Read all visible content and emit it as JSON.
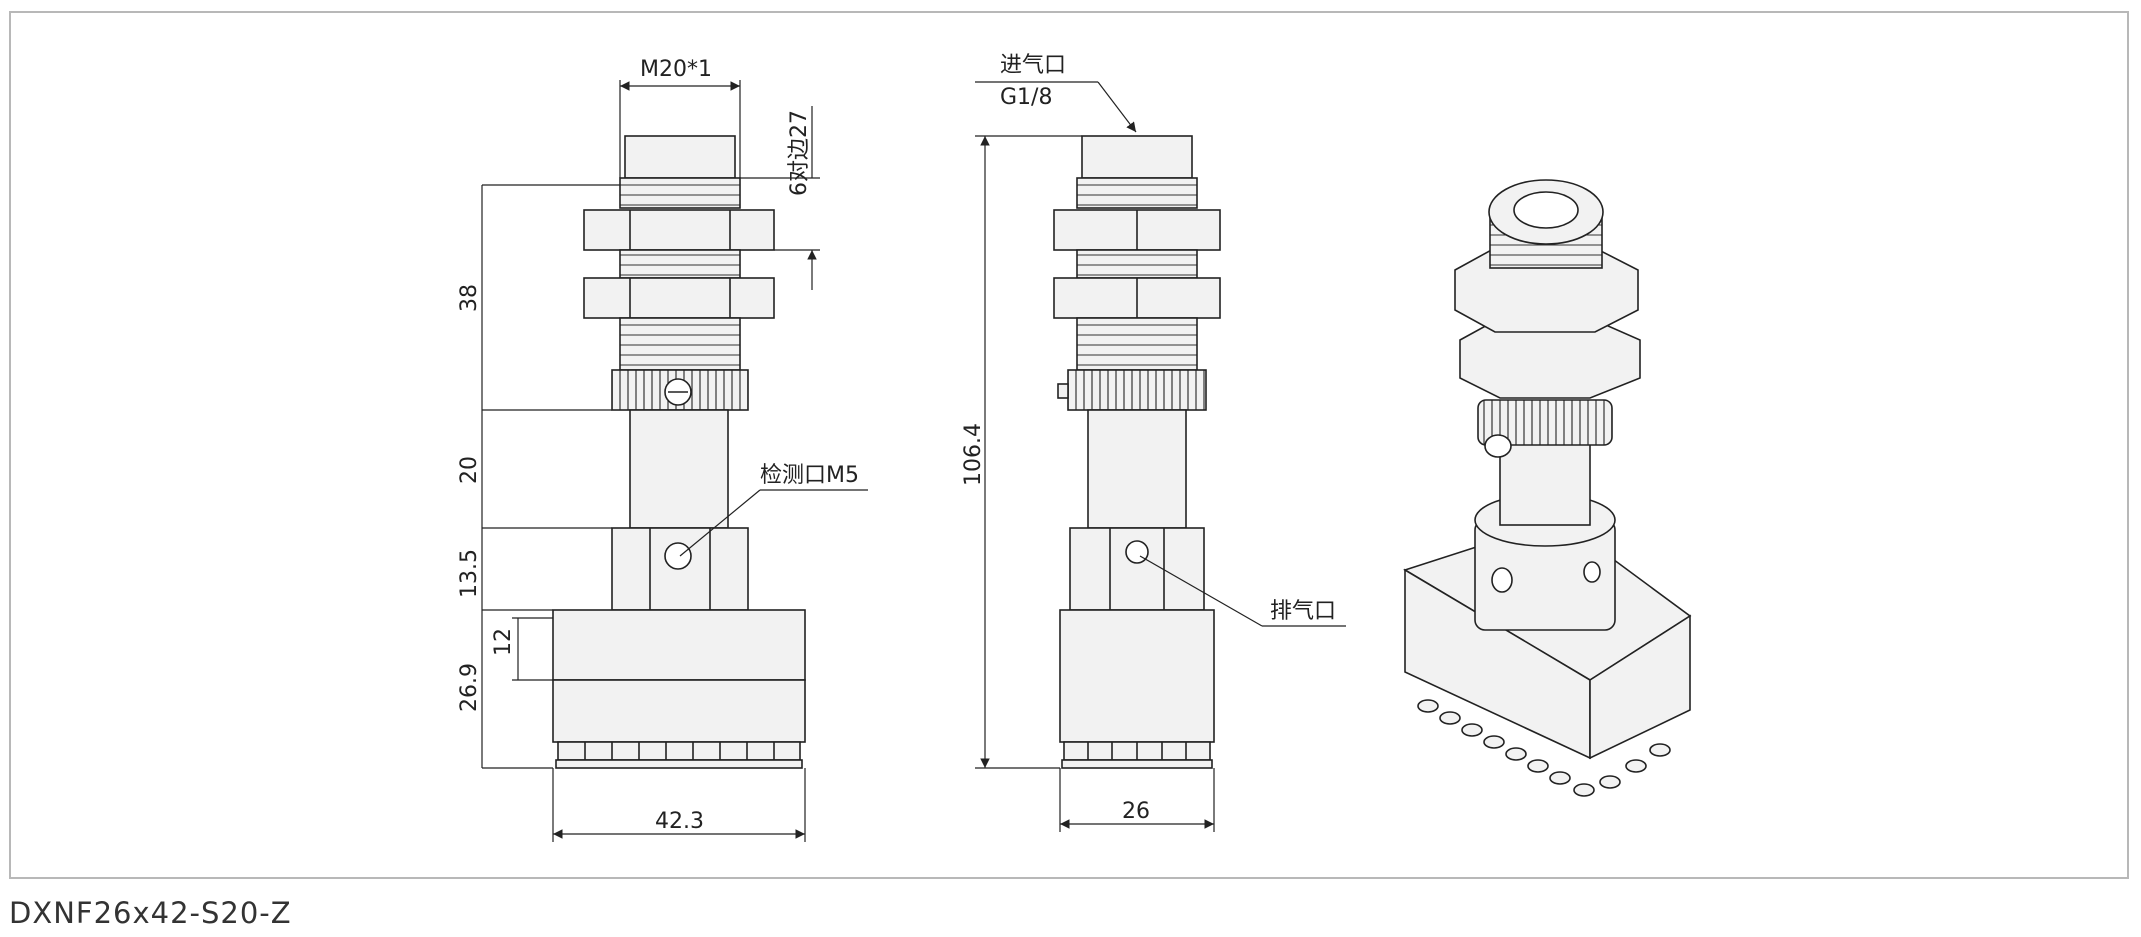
{
  "model_label": "DXNF26x42-S20-Z",
  "callouts": {
    "inlet_name": "进气口",
    "inlet_thread": "G1/8",
    "test_port": "检测口M5",
    "exhaust_port": "排气口"
  },
  "dimensions": {
    "thread_size": "M20*1",
    "hex_nut": "6对边27",
    "upper_length": "38",
    "stem_length": "20",
    "valve_height": "13.5",
    "body_height": "26.9",
    "block_height": "12",
    "total_height": "106.4",
    "front_width": "42.3",
    "side_width": "26"
  },
  "colors": {
    "line": "#222222",
    "fill_light": "#f2f2f2",
    "frame": "#b8b8b8"
  }
}
